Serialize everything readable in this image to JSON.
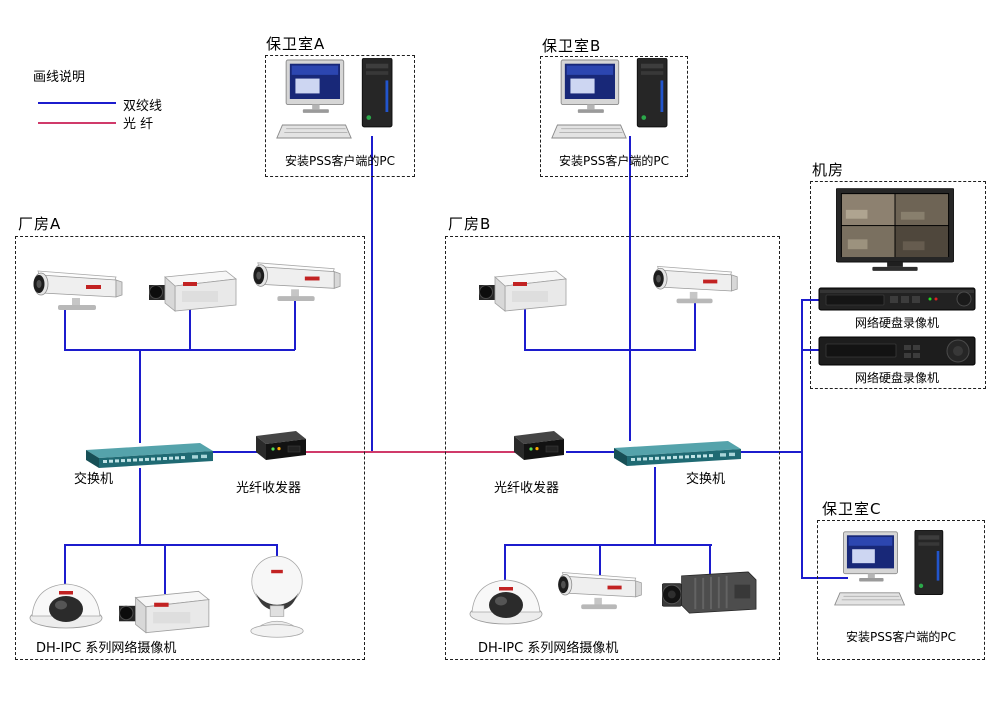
{
  "legend": {
    "title": "画线说明",
    "twisted_pair_label": "双绞线",
    "fiber_label": "光  纤"
  },
  "colors": {
    "twisted_pair": "#1c1ccd",
    "fiber": "#d03a6a"
  },
  "guard_room_a": {
    "title": "保卫室A",
    "pc_label": "安装PSS客户端的PC"
  },
  "guard_room_b": {
    "title": "保卫室B",
    "pc_label": "安装PSS客户端的PC"
  },
  "guard_room_c": {
    "title": "保卫室C",
    "pc_label": "安装PSS客户端的PC"
  },
  "machine_room": {
    "title": "机房",
    "nvr1_label": "网络硬盘录像机",
    "nvr2_label": "网络硬盘录像机"
  },
  "plant_a": {
    "title": "厂房A",
    "switch_label": "交换机",
    "transceiver_label": "光纤收发器",
    "camera_series_label": "DH-IPC  系列网络摄像机"
  },
  "plant_b": {
    "title": "厂房B",
    "switch_label": "交换机",
    "transceiver_label": "光纤收发器",
    "camera_series_label": "DH-IPC  系列网络摄像机"
  }
}
